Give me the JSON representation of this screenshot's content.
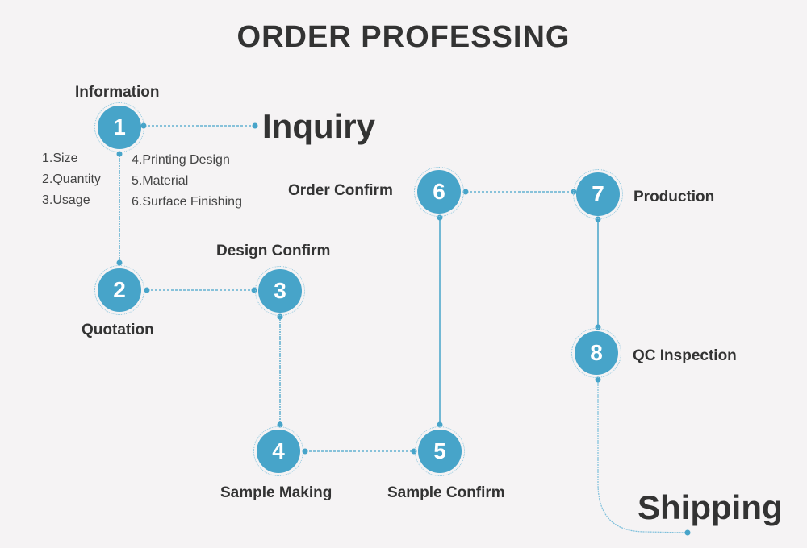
{
  "title": "ORDER PROFESSING",
  "colors": {
    "accent": "#47a4c9",
    "text": "#333333",
    "background": "#f5f3f4"
  },
  "steps": [
    {
      "number": "1",
      "label": "Information"
    },
    {
      "number": "2",
      "label": "Quotation"
    },
    {
      "number": "3",
      "label": "Design Confirm"
    },
    {
      "number": "4",
      "label": "Sample Making"
    },
    {
      "number": "5",
      "label": "Sample Confirm"
    },
    {
      "number": "6",
      "label": "Order Confirm"
    },
    {
      "number": "7",
      "label": "Production"
    },
    {
      "number": "8",
      "label": "QC Inspection"
    }
  ],
  "start_label": "Inquiry",
  "end_label": "Shipping",
  "info_items_left": [
    "1.Size",
    "2.Quantity",
    "3.Usage"
  ],
  "info_items_right": [
    "4.Printing Design",
    "5.Material",
    "6.Surface Finishing"
  ]
}
